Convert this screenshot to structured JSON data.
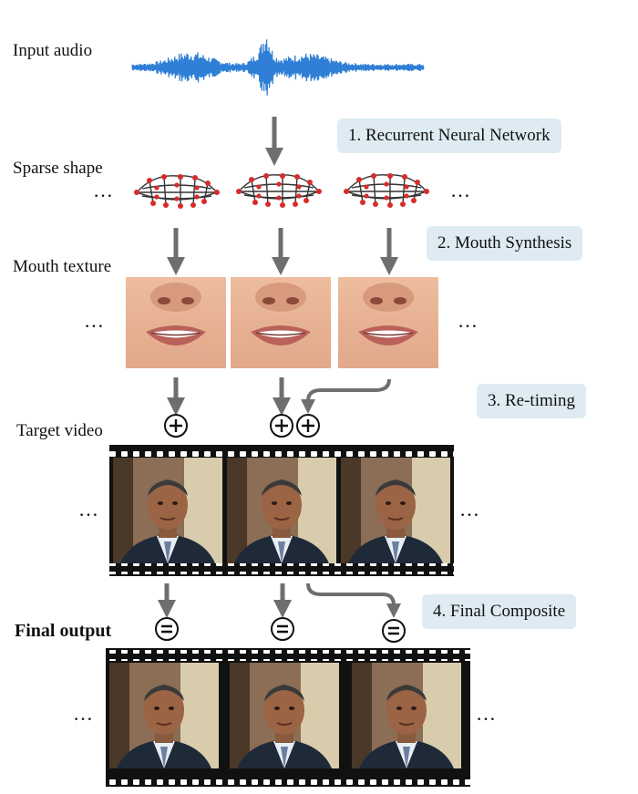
{
  "labels": {
    "input_audio": "Input audio",
    "sparse_shape": "Sparse shape",
    "mouth_texture": "Mouth texture",
    "target_video": "Target video",
    "final_output": "Final output"
  },
  "steps": {
    "s1": "1. Recurrent Neural Network",
    "s2": "2. Mouth Synthesis",
    "s3": "3. Re-timing",
    "s4": "4. Final Composite"
  },
  "ellipsis": "…",
  "colors": {
    "waveform": "#2f7fd6",
    "arrow": "#6e6e6e",
    "step_box": "#deebf2",
    "landmark": "#d92b2b",
    "film": "#111111"
  },
  "icons": {
    "plus": "plus-circle-icon",
    "equals": "equals-circle-icon"
  }
}
